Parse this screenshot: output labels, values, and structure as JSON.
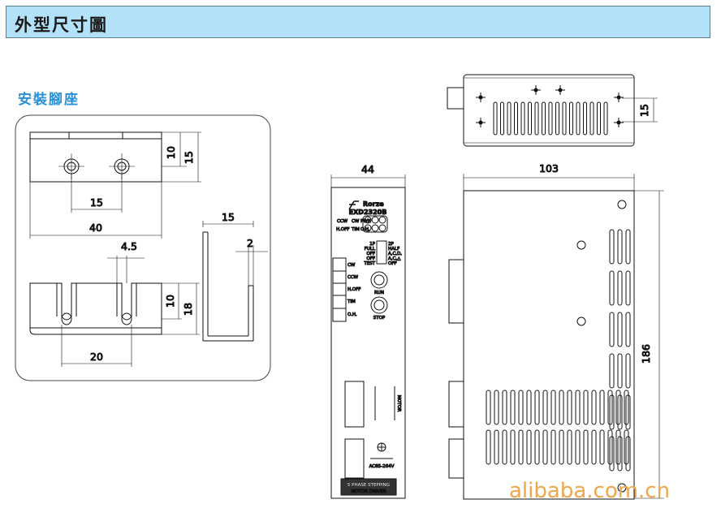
{
  "header": {
    "title": "外型尺寸圖"
  },
  "mounting": {
    "title": "安裝腳座",
    "top_view": {
      "dim_10": "10",
      "dim_15_right": "15",
      "dim_15_holes": "15",
      "dim_40": "40"
    },
    "side_view": {
      "dim_15": "15",
      "dim_2": "2"
    },
    "bottom_view": {
      "dim_4_5": "4.5",
      "dim_10": "10",
      "dim_18": "18",
      "dim_20": "20"
    }
  },
  "driver_front": {
    "width": "44",
    "brand": "Rorze",
    "model": "EXD2320B",
    "leds": [
      "CCW",
      "CW",
      "PWR",
      "H.OFF",
      "TIM",
      "O.H."
    ],
    "switch_left": [
      "1P",
      "FULL",
      "OFF",
      "OFF",
      "TEST"
    ],
    "switch_right": [
      "2P",
      "HALF",
      "A,C,D,",
      "A,C,△",
      "OFF"
    ],
    "terminals": [
      "CW",
      "CCW",
      "H.OFF",
      "TIM",
      "O.H."
    ],
    "knob_1": "RUN",
    "knob_2": "STOP",
    "motor_label": "MOTOR",
    "power_label": "AC85-264V",
    "bottom_line_1": "5 PHASE STEPPING",
    "bottom_line_2": "MOTOR DRIVER"
  },
  "driver_side": {
    "width": "103",
    "height": "186"
  },
  "driver_top": {
    "dim_15": "15"
  },
  "watermark": "alibaba.com.cn",
  "colors": {
    "title_bar": "#b3e1f7",
    "section_title": "#2b8fd4",
    "watermark": "#f0a64c"
  }
}
